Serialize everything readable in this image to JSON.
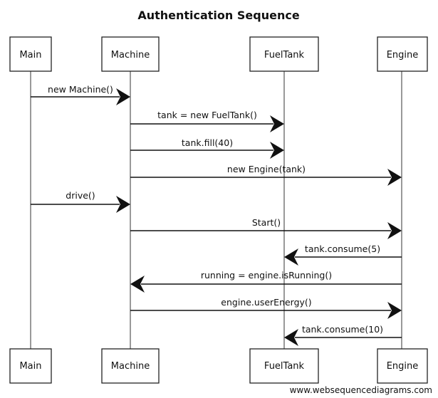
{
  "title": "Authentication Sequence",
  "participants": [
    {
      "id": "main",
      "label": "Main"
    },
    {
      "id": "machine",
      "label": "Machine"
    },
    {
      "id": "fueltank",
      "label": "FuelTank"
    },
    {
      "id": "engine",
      "label": "Engine"
    }
  ],
  "messages": [
    {
      "from": "main",
      "to": "machine",
      "label": "new Machine()"
    },
    {
      "from": "machine",
      "to": "fueltank",
      "label": "tank = new FuelTank()"
    },
    {
      "from": "machine",
      "to": "fueltank",
      "label": "tank.fill(40)"
    },
    {
      "from": "machine",
      "to": "engine",
      "label": "new Engine(tank)"
    },
    {
      "from": "main",
      "to": "machine",
      "label": "drive()"
    },
    {
      "from": "machine",
      "to": "engine",
      "label": "Start()"
    },
    {
      "from": "engine",
      "to": "fueltank",
      "label": "tank.consume(5)"
    },
    {
      "from": "engine",
      "to": "machine",
      "label": "running = engine.isRunning()"
    },
    {
      "from": "machine",
      "to": "engine",
      "label": "engine.userEnergy()"
    },
    {
      "from": "engine",
      "to": "fueltank",
      "label": "tank.consume(10)"
    }
  ],
  "footer": "www.websequencediagrams.com"
}
